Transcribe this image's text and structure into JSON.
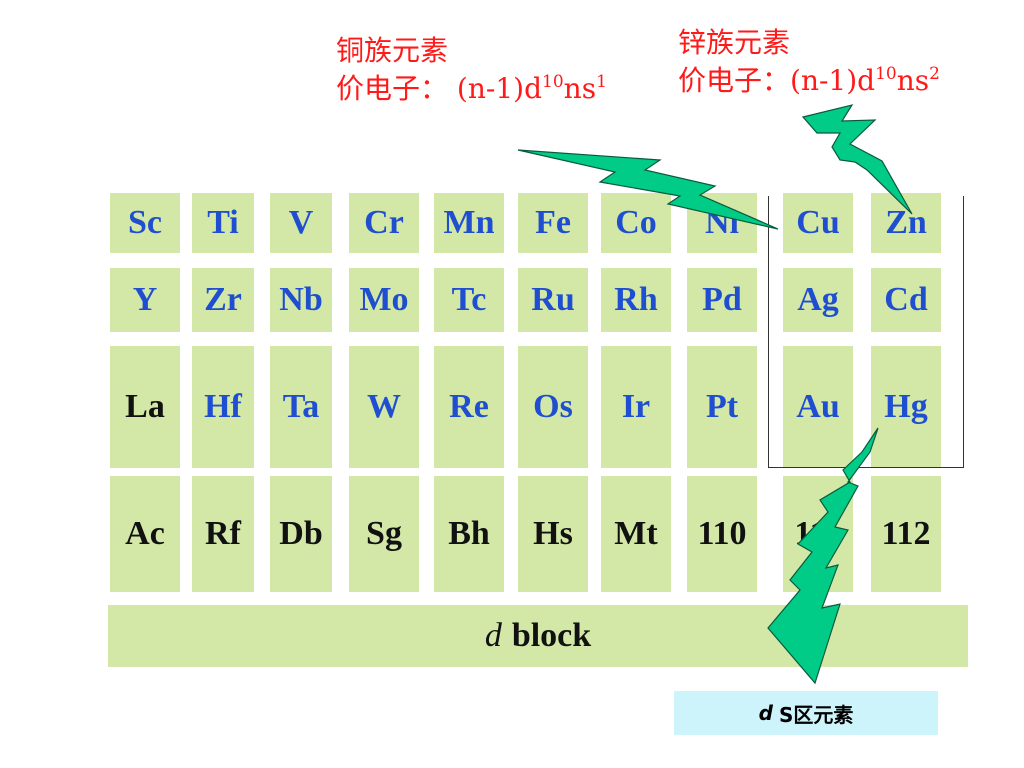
{
  "annotations": {
    "copper_group": {
      "title": "铜族元素",
      "valence_label": "价电子：",
      "config_pre": "(n-1)d",
      "d_exp": "10",
      "config_mid": "ns",
      "s_exp": "1"
    },
    "zinc_group": {
      "title": "锌族元素",
      "valence_label": "价电子：",
      "config_pre": "(n-1)d",
      "d_exp": "10",
      "config_mid": "ns",
      "s_exp": "2"
    }
  },
  "rows": [
    [
      "Sc",
      "Ti",
      "V",
      "Cr",
      "Mn",
      "Fe",
      "Co",
      "Ni",
      "Cu",
      "Zn"
    ],
    [
      "Y",
      "Zr",
      "Nb",
      "Mo",
      "Tc",
      "Ru",
      "Rh",
      "Pd",
      "Ag",
      "Cd"
    ],
    [
      "La",
      "Hf",
      "Ta",
      "W",
      "Re",
      "Os",
      "Ir",
      "Pt",
      "Au",
      "Hg"
    ],
    [
      "Ac",
      "Rf",
      "Db",
      "Sg",
      "Bh",
      "Hs",
      "Mt",
      "110",
      "111",
      "112"
    ]
  ],
  "row_colors": [
    "blue",
    "blue",
    "mixed",
    "black"
  ],
  "block_label": {
    "d": "d",
    "word": "block"
  },
  "ds_label": {
    "d": "d",
    "rest": "S区元素"
  },
  "colors": {
    "cell_bg": "#d3e8a7",
    "symbol_blue": "#1f4fd0",
    "symbol_black": "#111111",
    "annotation_red": "#ff1a1a",
    "arrow_green": "#00cc88",
    "label_bg": "#cdf3fb"
  }
}
